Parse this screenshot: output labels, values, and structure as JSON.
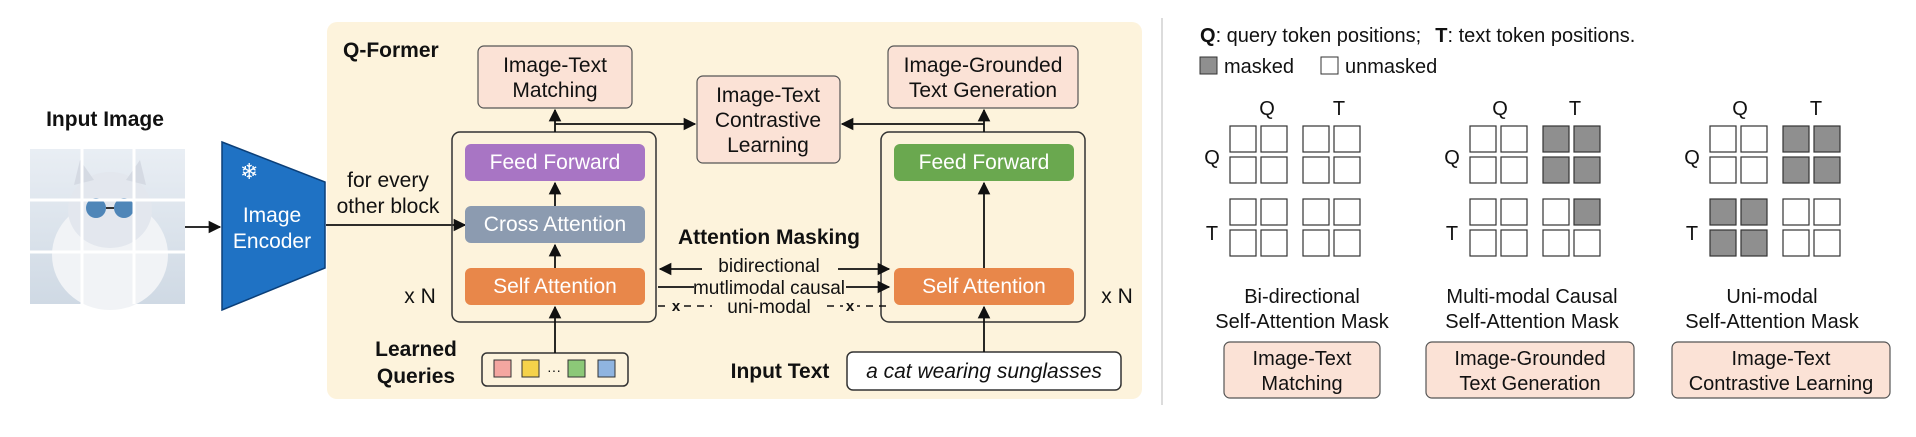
{
  "input_image": {
    "label": "Input Image"
  },
  "encoder": {
    "label_line1": "Image",
    "label_line2": "Encoder",
    "frozen_symbol": "❄"
  },
  "qformer": {
    "title": "Q-Former",
    "every_block_line1": "for every",
    "every_block_line2": "other block",
    "left_repeat": "x N",
    "right_repeat": "x N",
    "feed_forward_left": "Feed Forward",
    "cross_attention": "Cross Attention",
    "self_attention_left": "Self Attention",
    "feed_forward_right": "Feed Forward",
    "self_attention_right": "Self Attention",
    "itm_line1": "Image-Text",
    "itm_line2": "Matching",
    "itc_line1": "Image-Text",
    "itc_line2": "Contrastive",
    "itc_line3": "Learning",
    "itg_line1": "Image-Grounded",
    "itg_line2": "Text Generation",
    "attention_masking": "Attention Masking",
    "bidirectional": "bidirectional",
    "multimodal_causal": "mutlimodal causal",
    "unimodal": "uni-modal",
    "x_mark": "x",
    "learned_queries_line1": "Learned",
    "learned_queries_line2": "Queries",
    "query_ellipsis": "···",
    "input_text_label": "Input Text",
    "input_text_value": "a cat wearing sunglasses"
  },
  "legend": {
    "q_key": "Q",
    "q_desc": ": query token positions;",
    "t_key": "T",
    "t_desc": ": text token positions.",
    "masked": "masked",
    "unmasked": "unmasked"
  },
  "masks": [
    {
      "q_label": "Q",
      "t_label": "T",
      "title_line1": "Bi-directional",
      "title_line2": "Self-Attention Mask",
      "task_line1": "Image-Text",
      "task_line2": "Matching",
      "grid": [
        [
          0,
          0,
          0,
          0
        ],
        [
          0,
          0,
          0,
          0
        ],
        [
          0,
          0,
          0,
          0
        ],
        [
          0,
          0,
          0,
          0
        ]
      ]
    },
    {
      "q_label": "Q",
      "t_label": "T",
      "title_line1": "Multi-modal Causal",
      "title_line2": "Self-Attention Mask",
      "task_line1": "Image-Grounded",
      "task_line2": "Text Generation",
      "grid": [
        [
          0,
          0,
          1,
          1
        ],
        [
          0,
          0,
          1,
          1
        ],
        [
          0,
          0,
          0,
          1
        ],
        [
          0,
          0,
          0,
          0
        ]
      ]
    },
    {
      "q_label": "Q",
      "t_label": "T",
      "title_line1": "Uni-modal",
      "title_line2": "Self-Attention Mask",
      "task_line1": "Image-Text",
      "task_line2": "Contrastive Learning",
      "grid": [
        [
          0,
          0,
          1,
          1
        ],
        [
          0,
          0,
          1,
          1
        ],
        [
          1,
          1,
          0,
          0
        ],
        [
          1,
          1,
          0,
          0
        ]
      ]
    }
  ],
  "colors": {
    "qformer_bg": "#fdf3dc",
    "task_box": "#fbe2d6",
    "feed_forward_left": "#a875c4",
    "cross_attention": "#8c9bb0",
    "self_attention": "#e8874a",
    "feed_forward_right": "#6aa84f",
    "encoder": "#1f72c4",
    "masked": "#8f8f8f",
    "query_tokens": [
      "#f4a6a0",
      "#f5d24a",
      "#8cc878",
      "#8fb4e0"
    ]
  }
}
